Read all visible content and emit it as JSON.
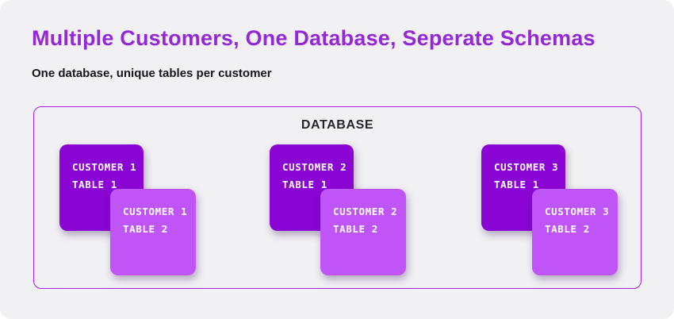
{
  "page": {
    "title": "Multiple Customers, One Database, Seperate Schemas",
    "subtitle": "One database, unique tables per customer"
  },
  "database": {
    "label": "DATABASE",
    "groups": [
      {
        "table1": {
          "line1": "CUSTOMER 1",
          "line2": "TABLE 1"
        },
        "table2": {
          "line1": "CUSTOMER 1",
          "line2": "TABLE 2"
        }
      },
      {
        "table1": {
          "line1": "CUSTOMER 2",
          "line2": "TABLE 1"
        },
        "table2": {
          "line1": "CUSTOMER 2",
          "line2": "TABLE 2"
        }
      },
      {
        "table1": {
          "line1": "CUSTOMER 3",
          "line2": "TABLE 1"
        },
        "table2": {
          "line1": "CUSTOMER 3",
          "line2": "TABLE 2"
        }
      }
    ]
  },
  "colors": {
    "bg": "#f1f1f4",
    "title": "#9427d8",
    "subtitle": "#16161e",
    "box_border": "#a81de2",
    "box_label": "#26262e",
    "card_dark": "#8a05d3",
    "card_light": "#bf55f7",
    "card_text": "#ffffff"
  }
}
